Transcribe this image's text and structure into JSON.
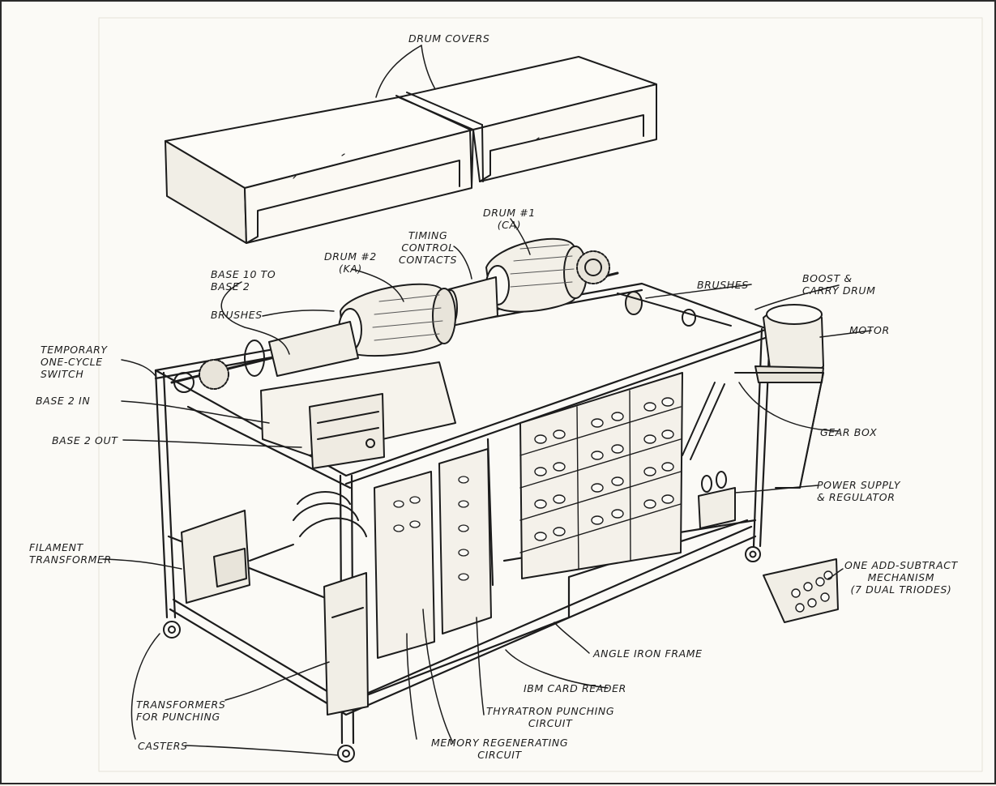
{
  "labels": {
    "drum_covers": "DRUM COVERS",
    "drum1": [
      "DRUM #1",
      "(CA)"
    ],
    "timing": [
      "TIMING",
      "CONTROL",
      "CONTACTS"
    ],
    "drum2": [
      "DRUM #2",
      "(KA)"
    ],
    "base10": [
      "BASE 10 TO",
      "BASE 2"
    ],
    "brushes_left": "BRUSHES",
    "brushes_right": "BRUSHES",
    "boost": [
      "BOOST &",
      "CARRY DRUM"
    ],
    "motor": "MOTOR",
    "temp_switch": [
      "TEMPORARY",
      "ONE-CYCLE",
      "SWITCH"
    ],
    "base2_in": "BASE 2 IN",
    "base2_out": "BASE 2 OUT",
    "gear_box": "GEAR BOX",
    "power_supply": [
      "POWER SUPPLY",
      "& REGULATOR"
    ],
    "filament": [
      "FILAMENT",
      "TRANSFORMER"
    ],
    "add_subtract": [
      "ONE ADD-SUBTRACT",
      "MECHANISM",
      "(7 DUAL TRIODES)"
    ],
    "angle_iron": "ANGLE IRON FRAME",
    "ibm_reader": "IBM CARD READER",
    "thyratron": [
      "THYRATRON PUNCHING",
      "CIRCUIT"
    ],
    "transformers_punch": [
      "TRANSFORMERS",
      "FOR PUNCHING"
    ],
    "casters": "CASTERS",
    "memory_regen": [
      "MEMORY REGENERATING",
      "CIRCUIT"
    ]
  },
  "colors": {
    "ink": "#1c1c1c",
    "paper": "#fbfaf6",
    "shade": "#cfcac0"
  }
}
